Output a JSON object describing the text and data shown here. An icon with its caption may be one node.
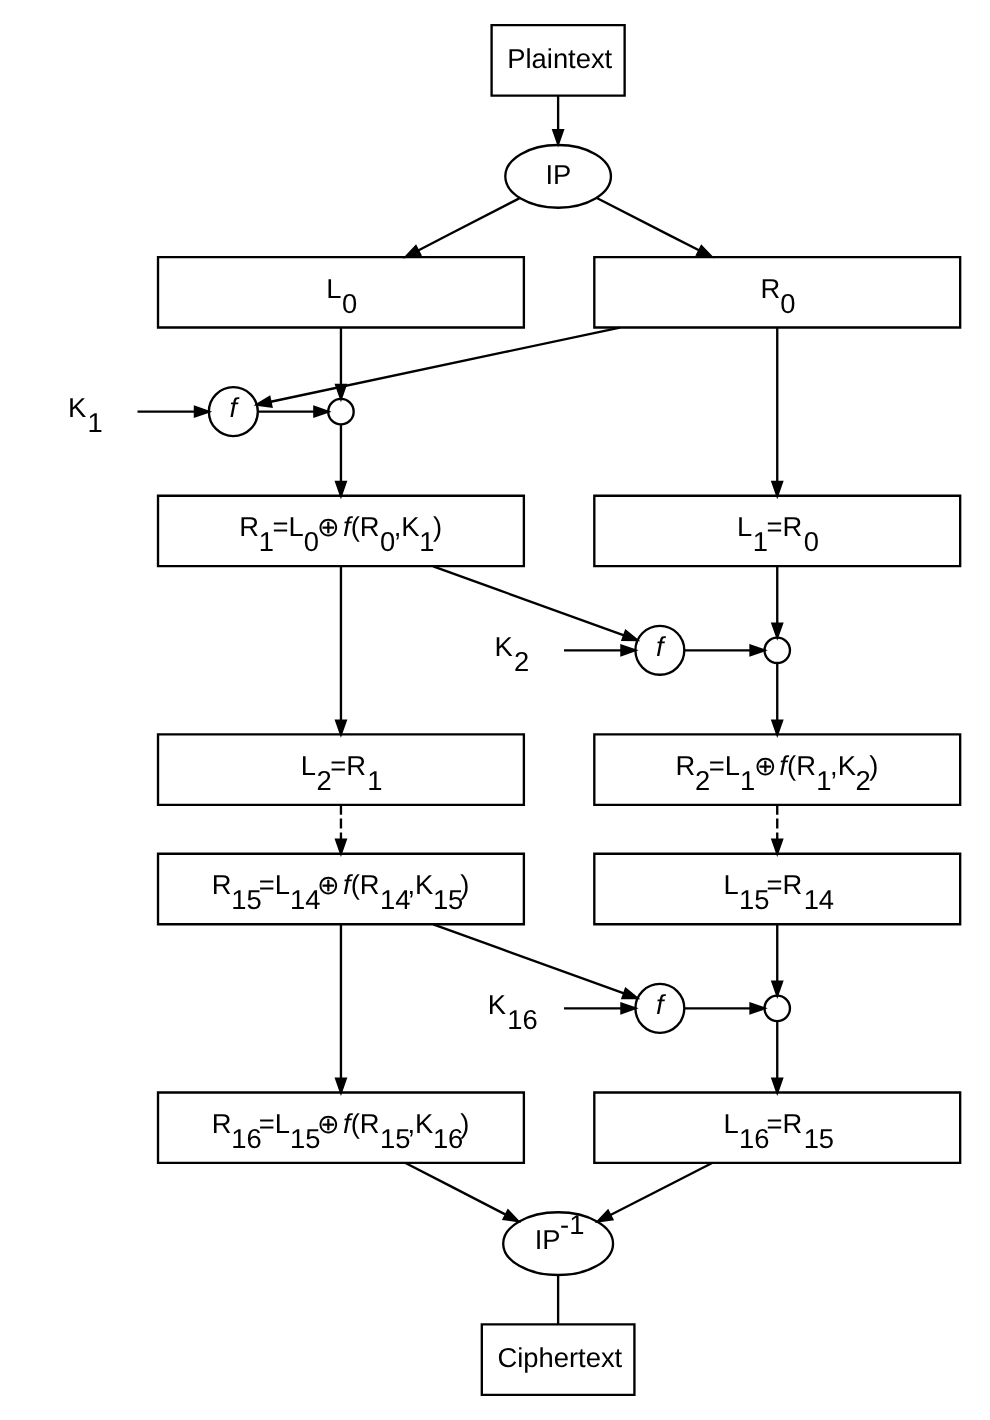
{
  "diagram": {
    "nodes": [
      {
        "text": [
          "Plaintext"
        ]
      },
      {
        "text": [
          "IP"
        ]
      },
      {
        "text": [
          "L$_{0}$"
        ]
      },
      {
        "text": [
          "R$_{0}$"
        ]
      },
      {
        "text": [
          "K$_{1}$"
        ]
      },
      {
        "text": [],
        "shape": "circle"
      },
      {
        "text": [
          "*f*"
        ]
      },
      {
        "text": [
          "L$_{1}$=R$_{0}$"
        ]
      },
      {
        "text": [
          "R$_{1}$=L$_{0}$⊕*f*(R$_{0}$,K$_{1}$)"
        ]
      },
      {
        "text": [
          "K$_{2}$"
        ]
      },
      {
        "text": [],
        "shape": "circle"
      },
      {
        "text": [
          "*f*"
        ]
      },
      {
        "text": [
          "L$_{2}$=R$_{1}$"
        ]
      },
      {
        "text": [
          "R$_{2}$=L$_{1}$⊕*f*(R$_{1}$,K$_{2}$)"
        ]
      },
      {
        "text": [
          "L$_{15}$=R$_{14}$"
        ]
      },
      {
        "text": [
          "R$_{15}$=L$_{14}$⊕*f*(R$_{14}$,K$_{15}$)"
        ]
      },
      {
        "text": [
          "K$_{16}$"
        ]
      },
      {
        "text": [],
        "shape": "circle"
      },
      {
        "text": [
          "*f*"
        ]
      },
      {
        "text": [
          "R$_{16}$=L$_{15}$⊕*f*(R$_{15}$,K$_{16}$)"
        ]
      },
      {
        "text": [
          "L$_{16}$=R$_{15}$"
        ]
      },
      {
        "text": [
          "IP$^{-1}$"
        ]
      },
      {
        "text": [
          "Ciphertext"
        ]
      }
    ],
    "edges": [
      {
        "from": 0,
        "to": 1,
        "arrow": "to"
      },
      {
        "from": 1,
        "to": 2,
        "arrow": "to"
      },
      {
        "from": 1,
        "to": 3,
        "arrow": "to"
      },
      {
        "from": 2,
        "to": 5,
        "arrow": "to"
      },
      {
        "from": 4,
        "to": 6,
        "arrow": "to"
      },
      {
        "from": 3,
        "to": 6,
        "arrow": "to"
      },
      {
        "from": 6,
        "to": 5,
        "arrow": "to"
      },
      {
        "from": 5,
        "to": 8,
        "arrow": "to"
      },
      {
        "from": 3,
        "to": 7,
        "arrow": "to"
      },
      {
        "from": 7,
        "to": 10,
        "arrow": "to"
      },
      {
        "from": 9,
        "to": 11,
        "arrow": "to"
      },
      {
        "from": 8,
        "to": 11,
        "arrow": "to"
      },
      {
        "from": 11,
        "to": 10,
        "arrow": "to"
      },
      {
        "from": 10,
        "to": 13,
        "arrow": "to"
      },
      {
        "from": 8,
        "to": 12,
        "arrow": "to"
      },
      {
        "from": 12,
        "to": 15,
        "arrow": "to",
        "style": "dashed"
      },
      {
        "from": 13,
        "to": 14,
        "arrow": "to",
        "style": "dashed"
      },
      {
        "from": 14,
        "to": 17,
        "arrow": "to"
      },
      {
        "from": 16,
        "to": 18,
        "arrow": "to"
      },
      {
        "from": 15,
        "to": 18,
        "arrow": "to"
      },
      {
        "from": 18,
        "to": 17,
        "arrow": "to"
      },
      {
        "from": 17,
        "to": 20,
        "arrow": "to"
      },
      {
        "from": 15,
        "to": 19,
        "arrow": "to"
      },
      {
        "from": 19,
        "to": 21,
        "arrow": "to"
      },
      {
        "from": 20,
        "to": 21,
        "arrow": "to"
      },
      {
        "from": 21,
        "to": 22,
        "arrow": "none"
      }
    ]
  }
}
